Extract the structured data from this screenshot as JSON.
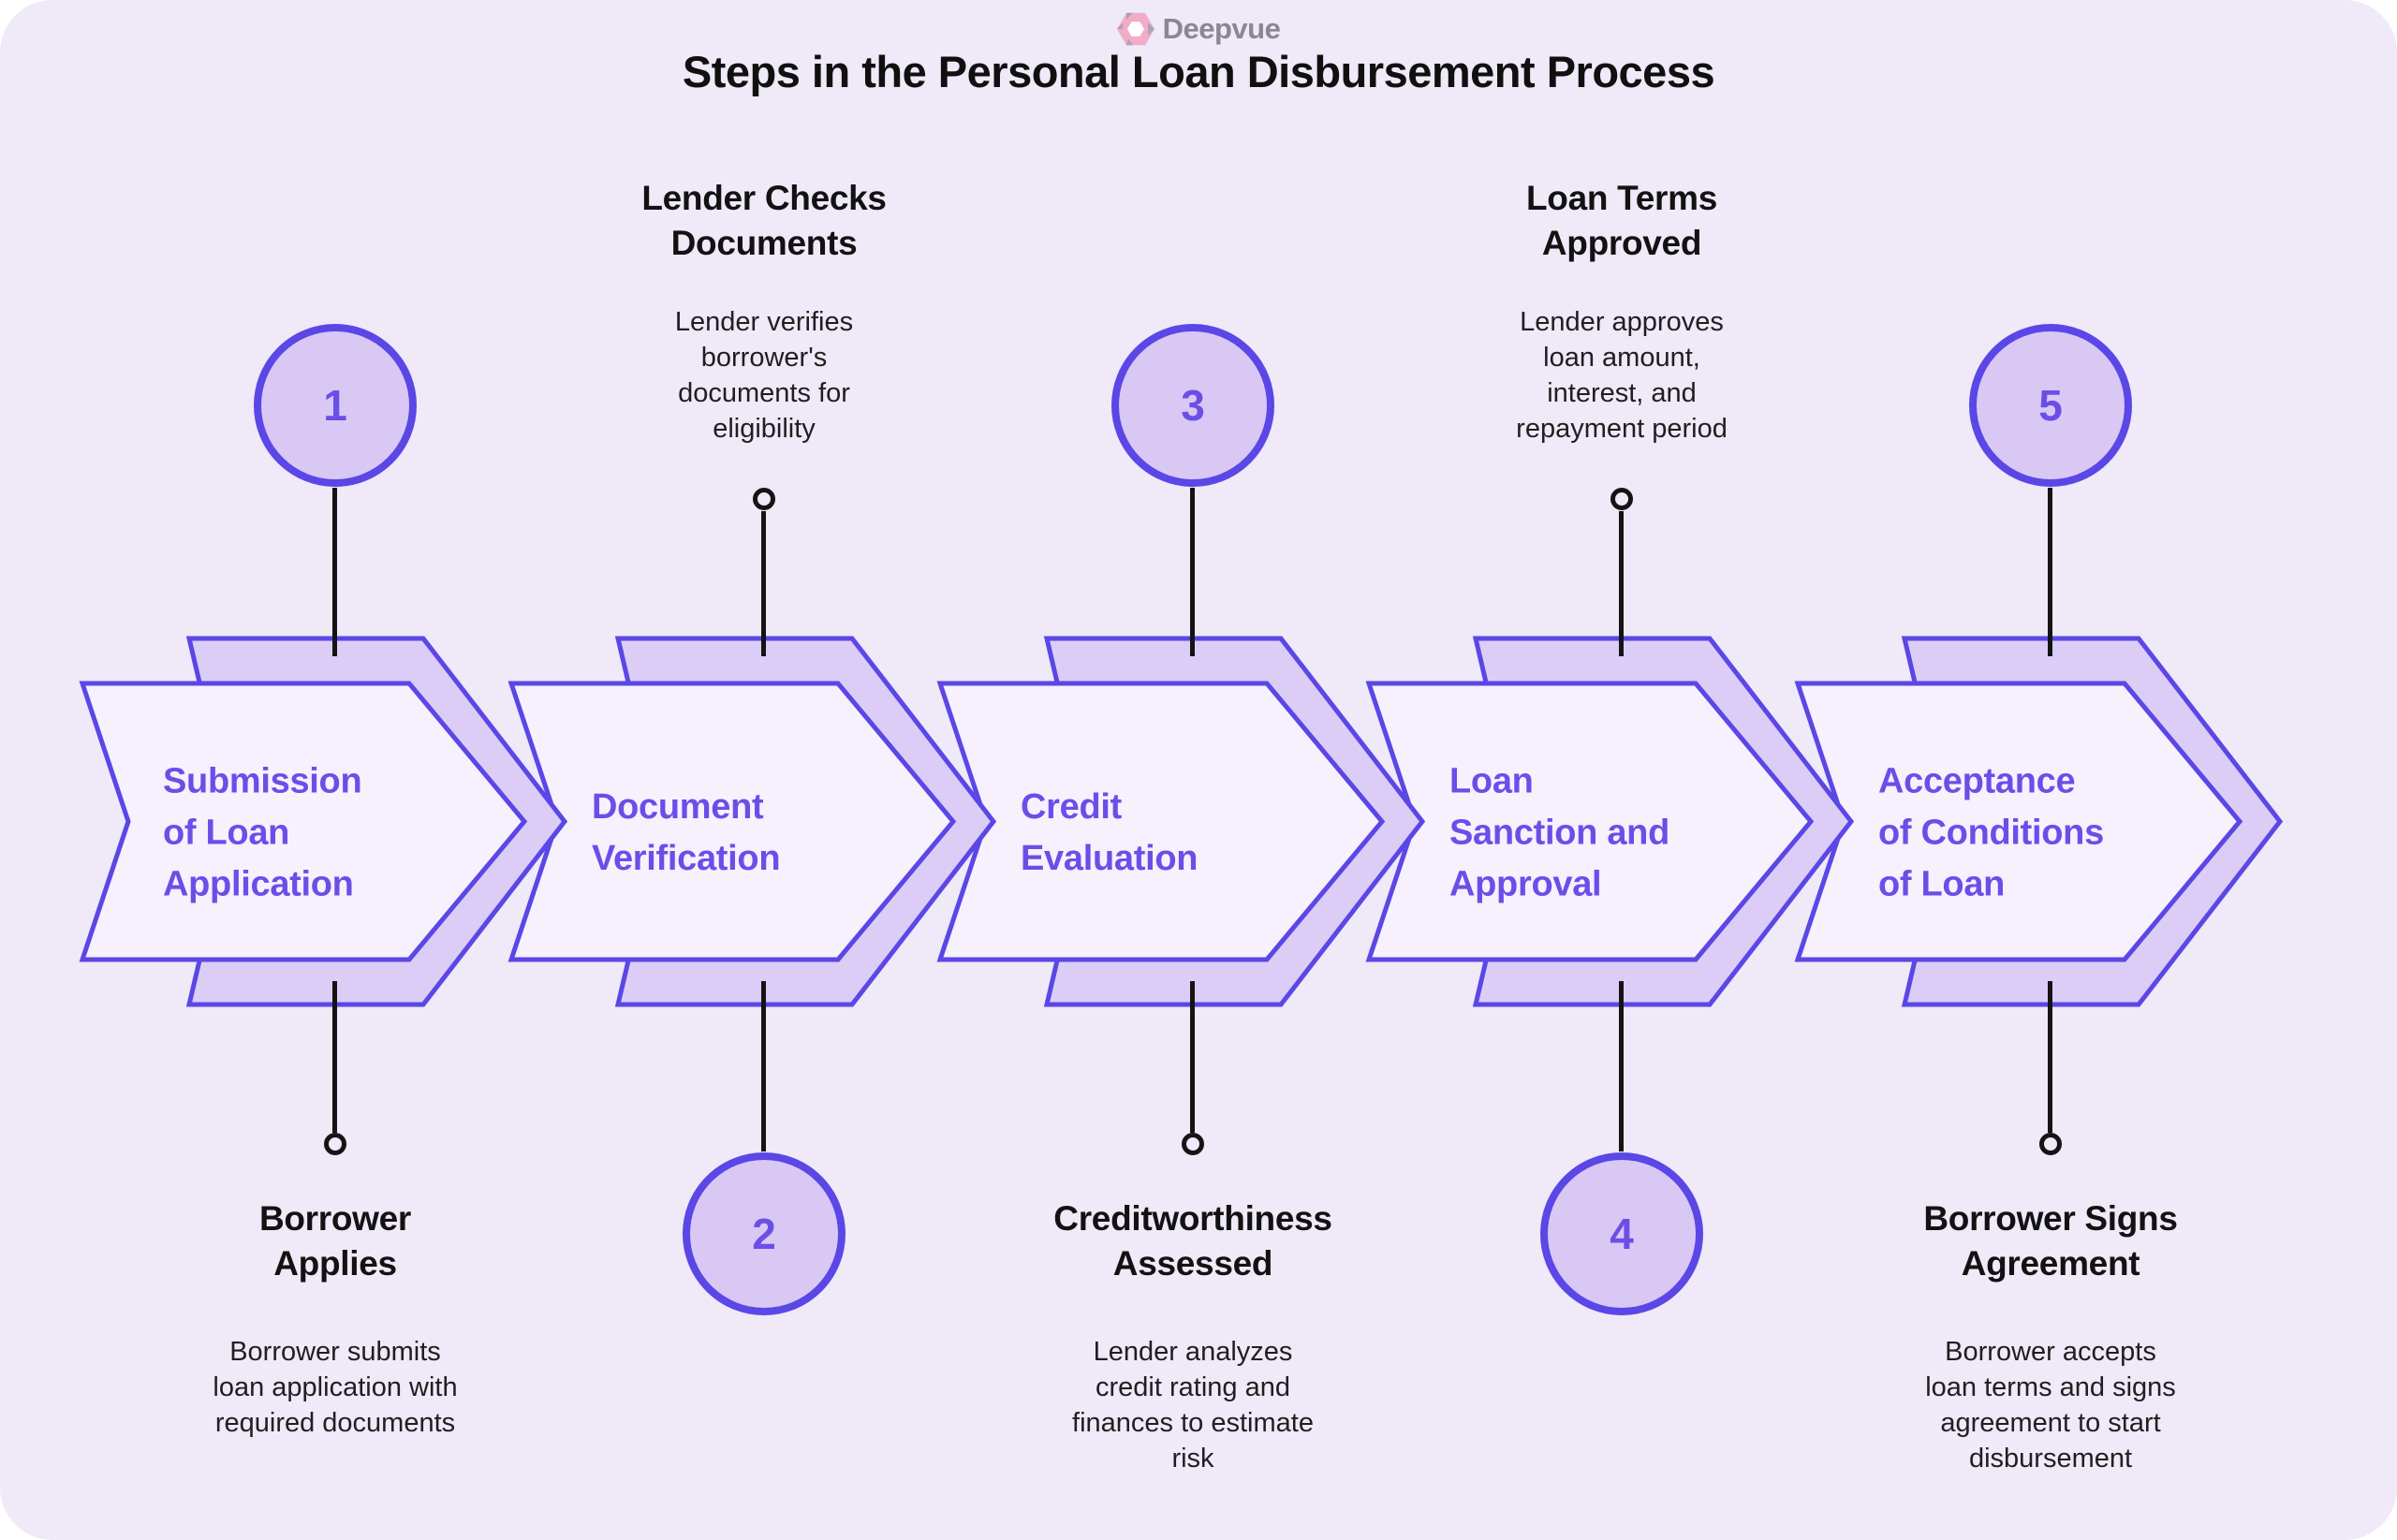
{
  "brand": {
    "name": "Deepvue",
    "logo_icon": "deepvue-hexagon-mark"
  },
  "title": "Steps in the Personal Loan Disbursement Process",
  "colors": {
    "background": "#efe9f8",
    "accent_purple": "#5a47e6",
    "chevron_text_purple": "#6b4ee8",
    "chevron_back_fill": "#dccdf6",
    "chevron_front_fill": "#f7f0fd",
    "circle_fill": "#d9c8f4",
    "heading_text": "#121212",
    "body_text": "#1f1f1f",
    "connector_black": "#141414",
    "logo_pink": "#f2abc8",
    "logo_gray": "#8b8595"
  },
  "steps": [
    {
      "number": "1",
      "label": "Submission\nof Loan\nApplication",
      "callout_position": "bottom",
      "callout_heading": "Borrower\nApplies",
      "callout_body": "Borrower submits\nloan application with\nrequired documents"
    },
    {
      "number": "2",
      "label": "Document\nVerification",
      "callout_position": "top",
      "callout_heading": "Lender Checks\nDocuments",
      "callout_body": "Lender verifies\nborrower's\ndocuments for\neligibility"
    },
    {
      "number": "3",
      "label": "Credit\nEvaluation",
      "callout_position": "bottom",
      "callout_heading": "Creditworthiness\nAssessed",
      "callout_body": "Lender analyzes\ncredit rating and\nfinances to estimate\nrisk"
    },
    {
      "number": "4",
      "label": "Loan\nSanction and\nApproval",
      "callout_position": "top",
      "callout_heading": "Loan Terms\nApproved",
      "callout_body": "Lender approves\nloan amount,\ninterest, and\nrepayment period"
    },
    {
      "number": "5",
      "label": "Acceptance\nof Conditions\nof Loan",
      "callout_position": "bottom",
      "callout_heading": "Borrower Signs\nAgreement",
      "callout_body": "Borrower accepts\nloan terms and signs\nagreement to start\ndisbursement"
    }
  ]
}
